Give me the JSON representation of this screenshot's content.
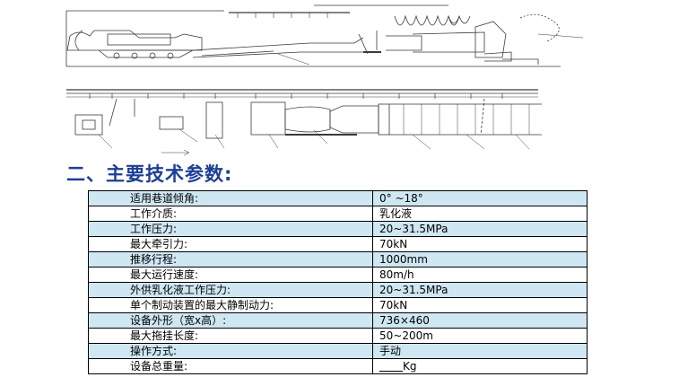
{
  "section_title": "二、主要技术参数:",
  "specs": [
    {
      "param": "适用巷道倾角:",
      "value": "0°  ~18°"
    },
    {
      "param": "工作介质:",
      "value": "乳化液"
    },
    {
      "param": "工作压力:",
      "value": "20~31.5MPa"
    },
    {
      "param": "最大牵引力:",
      "value": "70kN"
    },
    {
      "param": "推移行程:",
      "value": "1000mm"
    },
    {
      "param": "最大运行速度:",
      "value": "80m/h"
    },
    {
      "param": "外供乳化液工作压力:",
      "value": "20~31.5MPa"
    },
    {
      "param": "单个制动装置的最大静制动力:",
      "value": "70kN"
    },
    {
      "param": "设备外形（宽x高）:",
      "value": "736×460"
    },
    {
      "param": "最大拖挂长度:",
      "value": "50~200m"
    },
    {
      "param": "操作方式:",
      "value": "手动"
    },
    {
      "param": "设备总重量:",
      "value": "Kg"
    }
  ],
  "colors": {
    "heading": "#1d3f95",
    "row_tint": "#cfe7f3",
    "drawing_line": "#3a3a3a"
  }
}
